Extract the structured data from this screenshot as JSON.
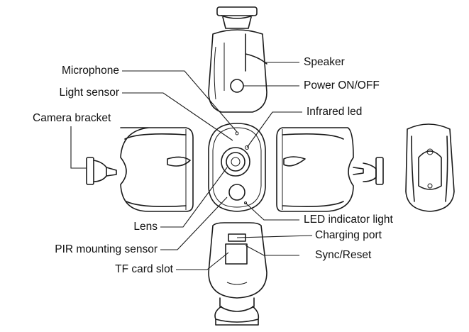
{
  "labels": {
    "speaker": "Speaker",
    "power": "Power ON/OFF",
    "microphone": "Microphone",
    "light_sensor": "Light sensor",
    "infrared_led": "Infrared led",
    "camera_bracket": "Camera bracket",
    "led_indicator": "LED indicator light",
    "lens": "Lens",
    "charging_port": "Charging port",
    "pir_mounting_sensor": "PIR mounting sensor",
    "sync_reset": "Sync/Reset",
    "tf_card_slot": "TF card slot"
  },
  "colors": {
    "ink": "#1a1a1a",
    "background": "#ffffff"
  }
}
